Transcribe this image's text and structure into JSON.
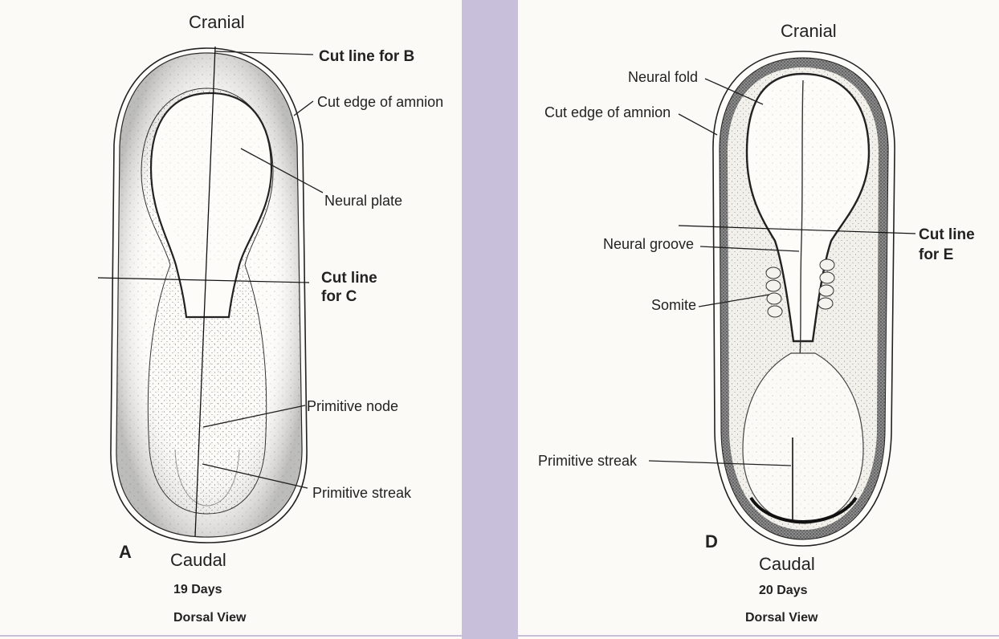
{
  "colors": {
    "paper": "#fbfaf7",
    "divider": "#c8bfdb",
    "ink": "#222222"
  },
  "panel_a": {
    "letter": "A",
    "cranial": "Cranial",
    "caudal": "Caudal",
    "age": "19 Days",
    "view": "Dorsal View",
    "cut_b": "Cut line for B",
    "cut_edge_amnion": "Cut edge of amnion",
    "neural_plate": "Neural plate",
    "cut_c_line1": "Cut line",
    "cut_c_line2": "for C",
    "primitive_node": "Primitive node",
    "primitive_streak": "Primitive streak"
  },
  "panel_d": {
    "letter": "D",
    "cranial": "Cranial",
    "caudal": "Caudal",
    "age": "20 Days",
    "view": "Dorsal View",
    "neural_fold": "Neural fold",
    "cut_edge_amnion": "Cut edge of amnion",
    "neural_groove": "Neural groove",
    "cut_e_line1": "Cut line",
    "cut_e_line2": "for E",
    "somite": "Somite",
    "primitive_streak": "Primitive streak"
  }
}
